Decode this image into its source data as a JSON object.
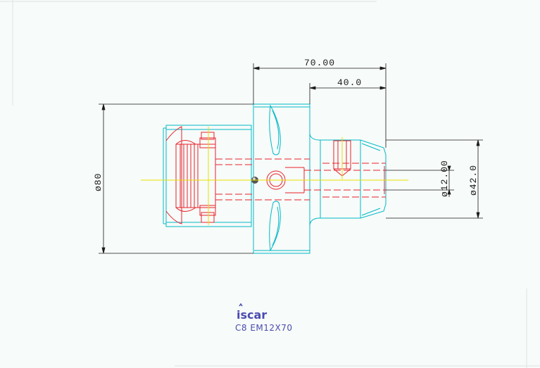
{
  "drawing": {
    "dimensions": {
      "overall_length": "70.00",
      "shank_length": "40.0",
      "body_diameter": "ø80",
      "bore_diameter": "ø12.00",
      "shank_diameter": "ø42.0"
    },
    "logo_text": "iscar",
    "part_number": "C8  EM12X70",
    "colors": {
      "background": "#f7fbf9",
      "outline": "#00b8c8",
      "hidden": "#e8222a",
      "centerline": "#e8e000",
      "dimension": "#1a1a1a",
      "text_blue": "#4a4bb0"
    }
  }
}
